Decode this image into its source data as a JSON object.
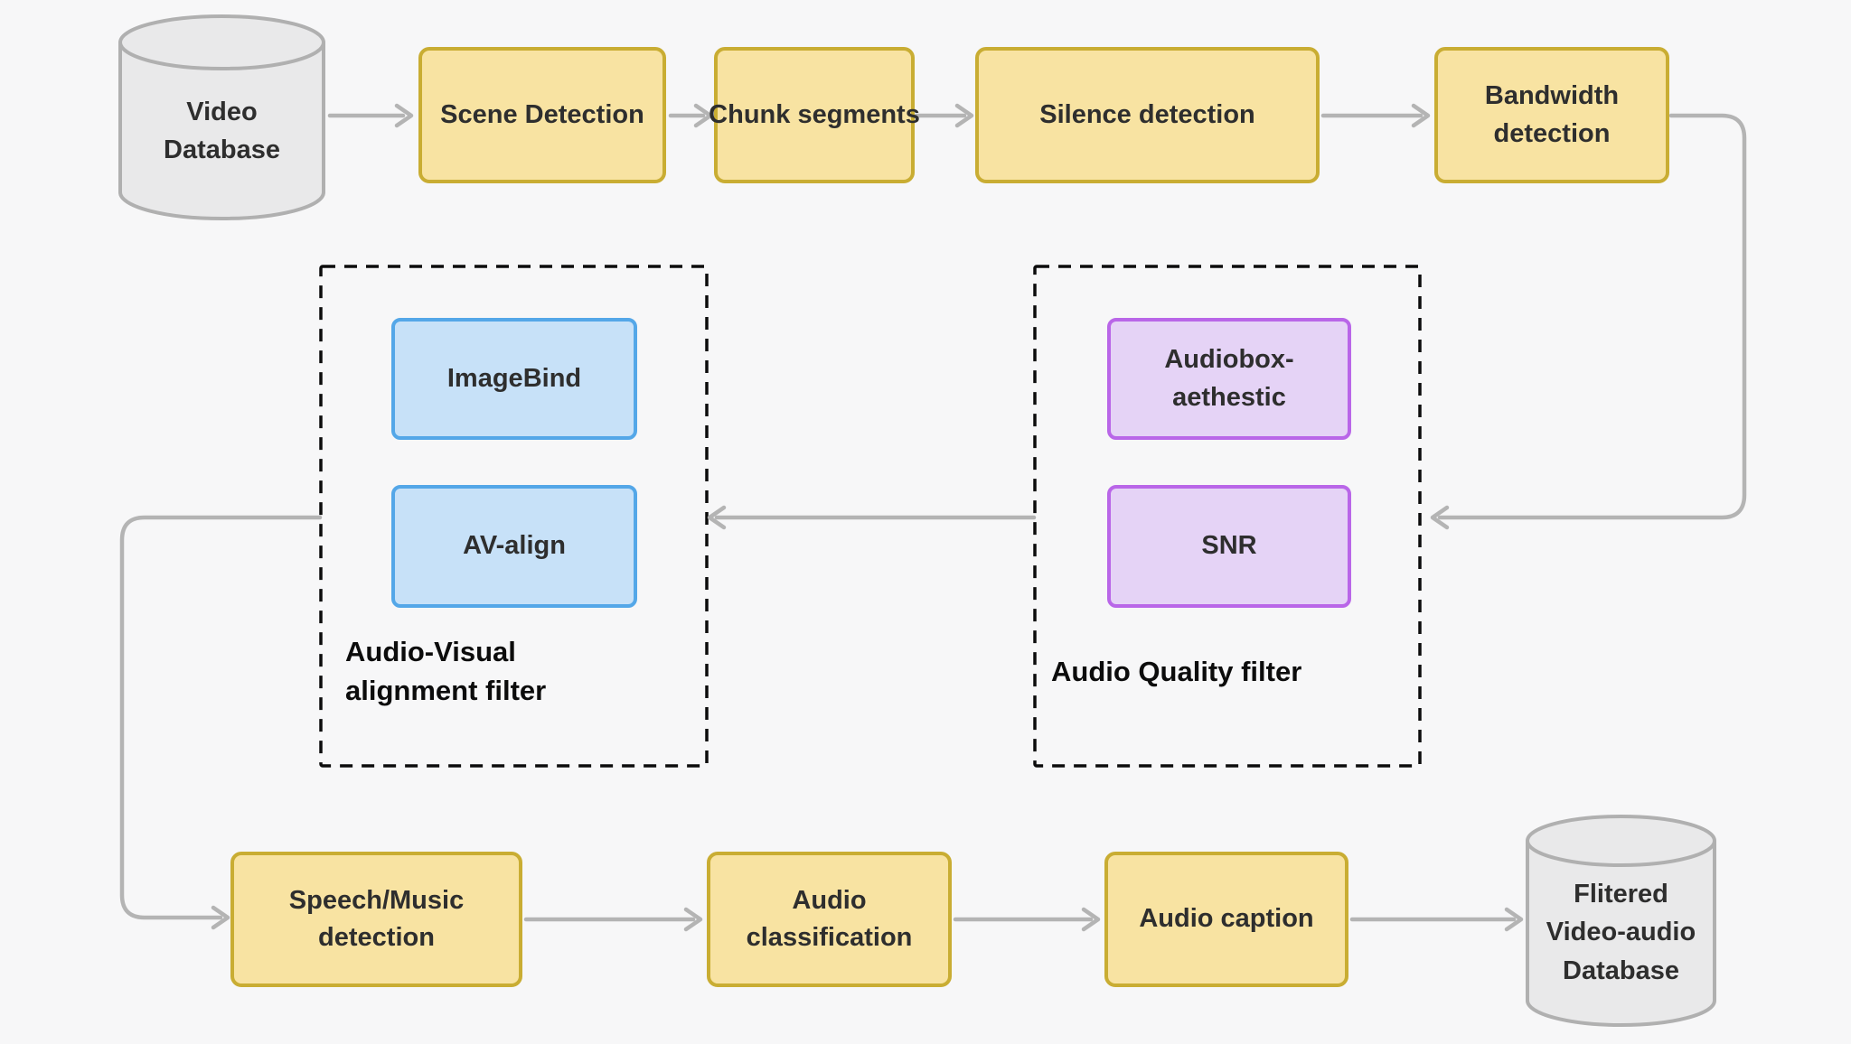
{
  "diagram": {
    "title_hint": "video-audio filtering pipeline flowchart",
    "palette": {
      "canvas_bg": "#f7f7f8",
      "process_fill": "#f8e3a2",
      "process_border": "#c9ad33",
      "blue_fill": "#c7e1f8",
      "blue_border": "#54a7e8",
      "purple_fill": "#e5d3f6",
      "purple_border": "#b966e8",
      "db_fill": "#e9e9ea",
      "db_border": "#b0b0b0",
      "arrow": "#b4b4b4",
      "text": "#2e2e2e",
      "group_border": "#0c0c0c"
    },
    "nodes": {
      "video_db": {
        "type": "database",
        "lines": [
          "Video",
          "Database"
        ]
      },
      "scene_detection": {
        "type": "process",
        "lines": [
          "Scene Detection"
        ]
      },
      "chunk_segments": {
        "type": "process",
        "lines": [
          "Chunk segments"
        ]
      },
      "silence_detection": {
        "type": "process",
        "lines": [
          "Silence detection"
        ]
      },
      "bandwidth_detection": {
        "type": "process",
        "lines": [
          "Bandwidth",
          "detection"
        ]
      },
      "imagebind": {
        "type": "model-blue",
        "lines": [
          "ImageBind"
        ]
      },
      "av_align": {
        "type": "model-blue",
        "lines": [
          "AV-align"
        ]
      },
      "audiobox_aethestic": {
        "type": "model-purple",
        "lines": [
          "Audiobox-",
          "aethestic"
        ]
      },
      "snr": {
        "type": "model-purple",
        "lines": [
          "SNR"
        ]
      },
      "speech_music_detection": {
        "type": "process",
        "lines": [
          "Speech/Music",
          "detection"
        ]
      },
      "audio_classification": {
        "type": "process",
        "lines": [
          "Audio",
          "classification"
        ]
      },
      "audio_caption": {
        "type": "process",
        "lines": [
          "Audio caption"
        ]
      },
      "filtered_db": {
        "type": "database",
        "lines": [
          "Flitered",
          "Video-audio",
          "Database"
        ]
      }
    },
    "groups": {
      "av_filter": {
        "label_lines": [
          "Audio-Visual",
          "alignment filter"
        ],
        "contains": [
          "imagebind",
          "av_align"
        ]
      },
      "quality_filter": {
        "label_lines": [
          "Audio Quality filter"
        ],
        "contains": [
          "audiobox_aethestic",
          "snr"
        ]
      }
    },
    "edges": [
      {
        "from": "video_db",
        "to": "scene_detection"
      },
      {
        "from": "scene_detection",
        "to": "chunk_segments"
      },
      {
        "from": "chunk_segments",
        "to": "silence_detection"
      },
      {
        "from": "silence_detection",
        "to": "bandwidth_detection"
      },
      {
        "from": "bandwidth_detection",
        "to": "quality_filter"
      },
      {
        "from": "quality_filter",
        "to": "av_filter"
      },
      {
        "from": "av_filter",
        "to": "speech_music_detection"
      },
      {
        "from": "speech_music_detection",
        "to": "audio_classification"
      },
      {
        "from": "audio_classification",
        "to": "audio_caption"
      },
      {
        "from": "audio_caption",
        "to": "filtered_db"
      }
    ]
  }
}
